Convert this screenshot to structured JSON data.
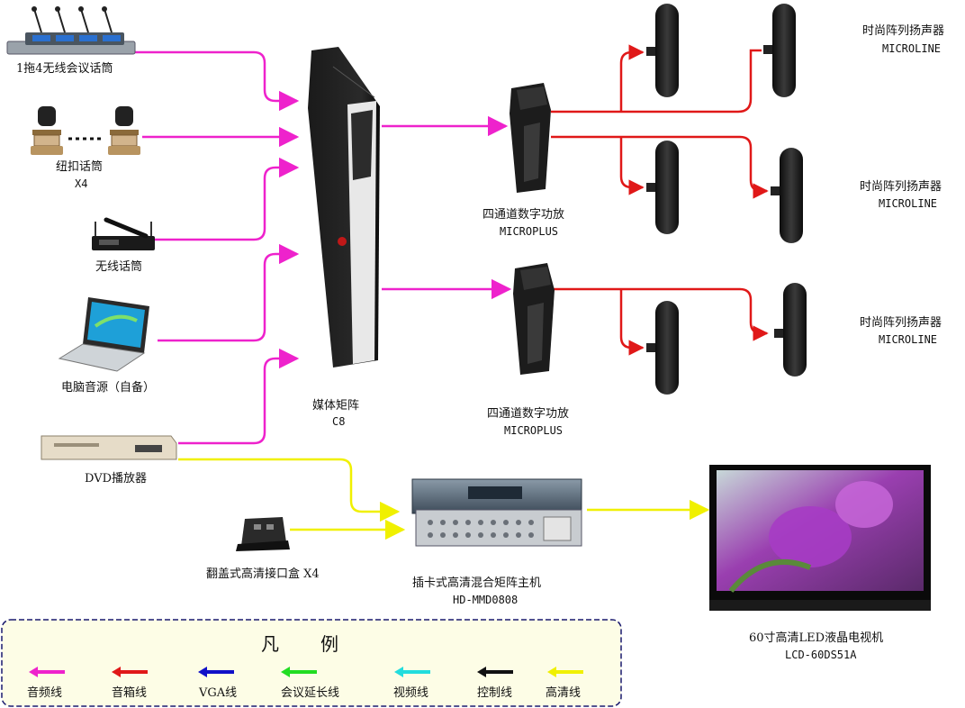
{
  "sources": {
    "wireless_mic_set": "1拖4无线会议话筒",
    "gooseneck_mic": "纽扣话筒",
    "gooseneck_mic_qty": "X4",
    "handheld_mic": "无线话筒",
    "laptop": "电脑音源（自备）",
    "dvd": "DVD播放器"
  },
  "matrix": {
    "name": "媒体矩阵",
    "model": "C8"
  },
  "amplifiers": [
    {
      "name": "四通道数字功放",
      "model": "MICROPLUS"
    },
    {
      "name": "四通道数字功放",
      "model": "MICROPLUS"
    }
  ],
  "speakers": [
    {
      "name": "时尚阵列扬声器",
      "model": "MICROLINE"
    },
    {
      "name": "时尚阵列扬声器",
      "model": "MICROLINE"
    },
    {
      "name": "时尚阵列扬声器",
      "model": "MICROLINE"
    }
  ],
  "hd_box": "翻盖式高清接口盒 X4",
  "hd_matrix": {
    "name": "插卡式高清混合矩阵主机",
    "model": "HD-MMD0808"
  },
  "tv": {
    "name": "60寸高清LED液晶电视机",
    "model": "LCD-60DS51A"
  },
  "legend": {
    "title": "凡　　例",
    "items": [
      {
        "label": "音频线",
        "color": "#ee22cc"
      },
      {
        "label": "音箱线",
        "color": "#e01818"
      },
      {
        "label": "VGA线",
        "color": "#1010c8"
      },
      {
        "label": "会议延长线",
        "color": "#22dd22"
      },
      {
        "label": "视频线",
        "color": "#22dddd"
      },
      {
        "label": "控制线",
        "color": "#111111"
      },
      {
        "label": "高清线",
        "color": "#f0f000"
      }
    ]
  },
  "colors": {
    "audio": "#ee22cc",
    "speaker": "#e01818",
    "hd": "#f0f000",
    "legend_bg": "#fdfde6",
    "legend_border": "#1a1a6e"
  }
}
